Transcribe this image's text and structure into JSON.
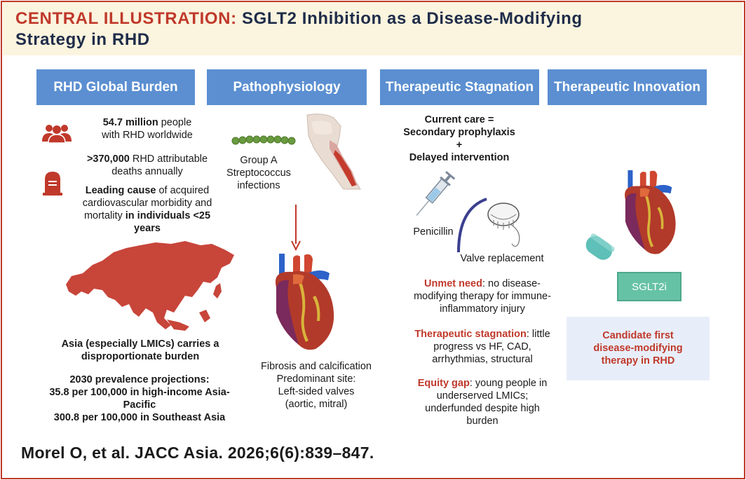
{
  "title": {
    "label": "CENTRAL ILLUSTRATION:",
    "line1": "SGLT2 Inhibition as a Disease-Modifying",
    "line2": "Strategy in RHD"
  },
  "columns": {
    "burden": "RHD Global Burden",
    "patho": "Pathophysiology",
    "stagnation": "Therapeutic Stagnation",
    "innovation": "Therapeutic Innovation"
  },
  "burden": {
    "stat1_bold": "54.7 million",
    "stat1_rest": " people",
    "stat1_line2": "with RHD worldwide",
    "stat2_bold": ">370,000",
    "stat2_rest": " RHD attributable",
    "stat2_line2": "deaths annually",
    "lead_bold": "Leading cause",
    "lead_rest": " of acquired",
    "lead_line2": "cardiovascular morbidity and",
    "lead_line3a": "mortality ",
    "lead_line3b": "in individuals <25",
    "lead_line4": "years",
    "asia_line1": "Asia (especially LMICs) carries a",
    "asia_line2": "disproportionate burden",
    "proj_title": "2030 prevalence projections:",
    "proj1_bold": "35.8 per 100,000",
    "proj1_rest": " in high-income Asia-",
    "proj1_line2": "Pacific",
    "proj2_bold": "300.8 per 100,000",
    "proj2_rest": " in Southeast Asia"
  },
  "patho": {
    "strep_line1": "Group A",
    "strep_line2": "Streptococcus",
    "strep_line3": "infections",
    "fib_line1": "Fibrosis and calcification",
    "fib_line2": "Predominant site:",
    "fib_line3": "Left-sided valves",
    "fib_line4": "(aortic, mitral)"
  },
  "stagnation": {
    "care_line1": "Current care =",
    "care_line2": "Secondary prophylaxis",
    "care_line3": "+",
    "care_line4": "Delayed intervention",
    "penicillin": "Penicillin",
    "valve": "Valve replacement",
    "unmet_red": "Unmet need",
    "unmet_rest": ": no disease-",
    "unmet_line2": "modifying therapy for immune-",
    "unmet_line3": "inflammatory injury",
    "stag_red": "Therapeutic stagnation",
    "stag_rest": ": little",
    "stag_line2": "progress vs HF, CAD,",
    "stag_line3": "arrhythmias, structural",
    "equity_red": "Equity gap",
    "equity_rest": ": young people in",
    "equity_line2": "underserved LMICs;",
    "equity_line3": "underfunded despite high",
    "equity_line4": "burden"
  },
  "innovation": {
    "sglt2i": "SGLT2i",
    "cand_line1": "Candidate first",
    "cand_line2": "disease-modifying",
    "cand_line3": "therapy in RHD"
  },
  "citation": "Morel O, et al. JACC Asia. 2026;6(6):839–847.",
  "colors": {
    "accent_red": "#c0392b",
    "header_blue": "#5b8fd1",
    "title_band": "#fbf4de",
    "navy": "#1f2d4a",
    "teal": "#66c2a5",
    "candidate_bg": "#e8eef9"
  },
  "icons": [
    "people-icon",
    "gravestone-icon",
    "asia-map",
    "bacteria-chain-icon",
    "throat-icon",
    "arrow-down-icon",
    "heart-icon",
    "syringe-icon",
    "valve-icon",
    "pill-capsule-icon"
  ]
}
